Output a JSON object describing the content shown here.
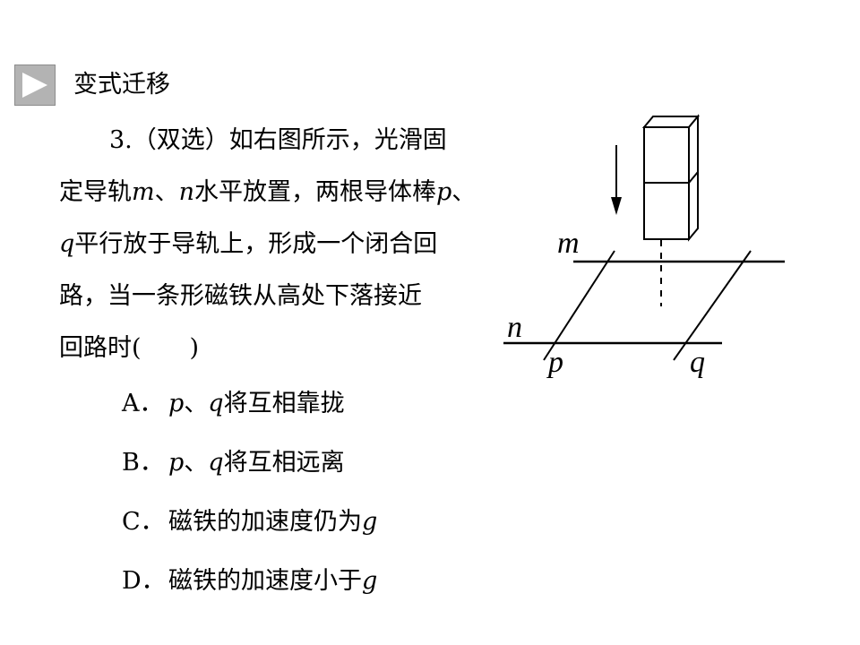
{
  "header": {
    "title": "变式迁移",
    "icon": "play-triangle-icon"
  },
  "question": {
    "line1": "3.（双选）如右图所示，光滑固",
    "line2a": "定导轨",
    "m": "m",
    "sep1": "、",
    "n": "n",
    "line2b": "水平放置，两根导体棒",
    "p": "p",
    "sep2": "、",
    "q": "q",
    "line3": "平行放于导轨上，形成一个闭合回",
    "line4": "路，当一条形磁铁从高处下落接近",
    "line5": "回路时(　　)"
  },
  "options": [
    {
      "letter": "A．",
      "p": "p",
      "sep": "、",
      "q": "q",
      "text": "将互相靠拢"
    },
    {
      "letter": "B．",
      "p": "p",
      "sep": "、",
      "q": "q",
      "text": "将互相远离"
    },
    {
      "letter": "C．",
      "text": "磁铁的加速度仍为",
      "g": "g"
    },
    {
      "letter": "D．",
      "text": "磁铁的加速度小于",
      "g": "g"
    }
  ],
  "diagram": {
    "label_m": "m",
    "label_n": "n",
    "label_p": "p",
    "label_q": "q"
  }
}
